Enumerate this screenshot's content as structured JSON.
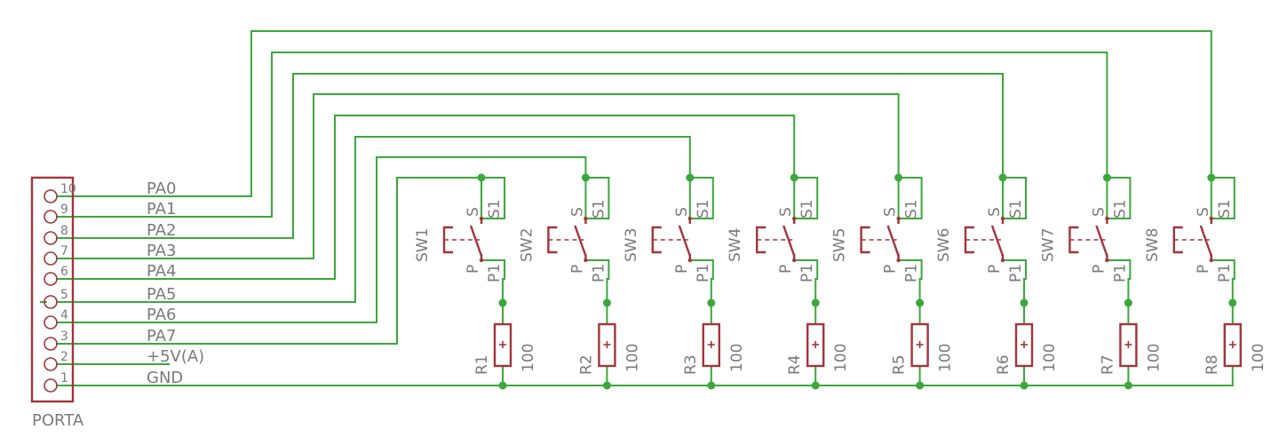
{
  "colors": {
    "wire": "#3aa83a",
    "part": "#a3343a",
    "text": "#7a7a7a",
    "background": "#ffffff"
  },
  "connector": {
    "name": "PORTA",
    "pins": [
      {
        "number": "10",
        "net": "PA0"
      },
      {
        "number": "9",
        "net": "PA1"
      },
      {
        "number": "8",
        "net": "PA2"
      },
      {
        "number": "7",
        "net": "PA3"
      },
      {
        "number": "6",
        "net": "PA4"
      },
      {
        "number": "5",
        "net": "PA5"
      },
      {
        "number": "4",
        "net": "PA6"
      },
      {
        "number": "3",
        "net": "PA7"
      },
      {
        "number": "2",
        "net": "+5V(A)"
      },
      {
        "number": "1",
        "net": "GND"
      }
    ]
  },
  "switch_pin_labels": {
    "top": "S",
    "top_pin": "S1",
    "bottom": "P",
    "bottom_pin": "P1"
  },
  "switches": [
    "SW1",
    "SW2",
    "SW3",
    "SW4",
    "SW5",
    "SW6",
    "SW7",
    "SW8"
  ],
  "resistors": [
    {
      "name": "R1",
      "value": "100"
    },
    {
      "name": "R2",
      "value": "100"
    },
    {
      "name": "R3",
      "value": "100"
    },
    {
      "name": "R4",
      "value": "100"
    },
    {
      "name": "R5",
      "value": "100"
    },
    {
      "name": "R6",
      "value": "100"
    },
    {
      "name": "R7",
      "value": "100"
    },
    {
      "name": "R8",
      "value": "100"
    }
  ]
}
